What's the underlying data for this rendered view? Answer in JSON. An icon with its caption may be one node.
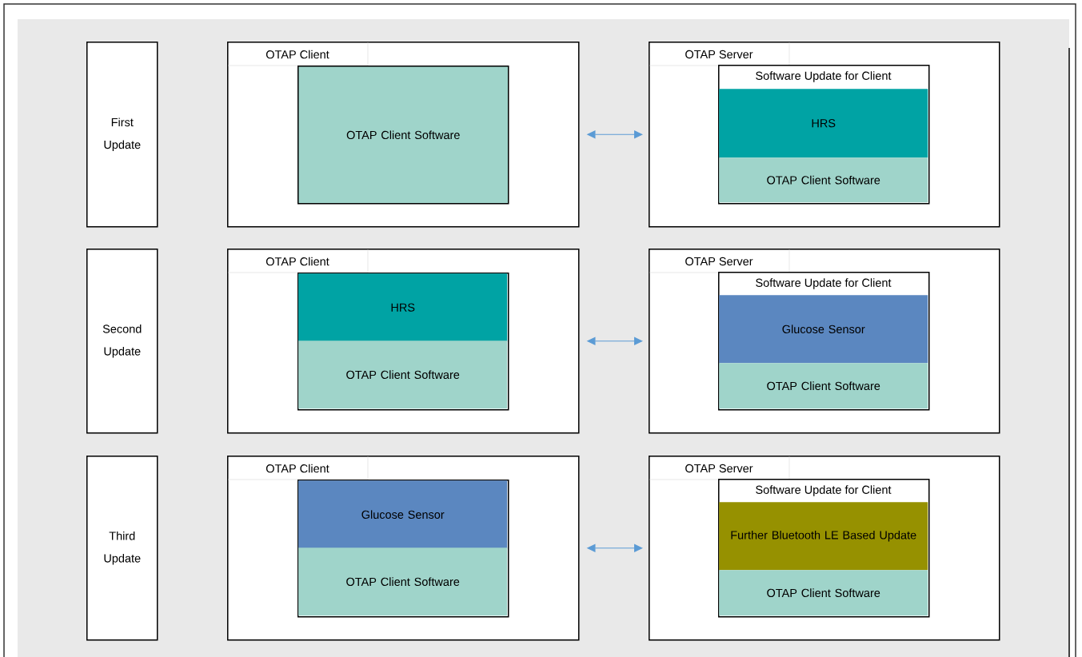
{
  "diagram": {
    "nodes": [
      {
        "text": [
          "First Update"
        ]
      },
      {
        "text": [
          "OTAP Client"
        ]
      },
      {
        "text": [
          "OTAP Client Software"
        ],
        "in": 1
      },
      {
        "text": [
          "OTAP Server"
        ]
      },
      {
        "text": [
          "Software Update for Client"
        ],
        "in": 3
      },
      {
        "text": [
          "HRS"
        ],
        "in": 4
      },
      {
        "text": [
          "OTAP Client Software"
        ],
        "in": 4
      },
      {
        "text": [
          "Second Update"
        ]
      },
      {
        "text": [
          "OTAP Client"
        ]
      },
      {
        "text": [],
        "shape": "box",
        "in": 8
      },
      {
        "text": [
          "HRS"
        ],
        "in": 9
      },
      {
        "text": [
          "OTAP Client Software"
        ],
        "in": 9
      },
      {
        "text": [
          "OTAP Server"
        ]
      },
      {
        "text": [
          "Software Update for Client"
        ],
        "in": 12
      },
      {
        "text": [
          "Glucose Sensor"
        ],
        "in": 13
      },
      {
        "text": [
          "OTAP Client Software"
        ],
        "in": 13
      },
      {
        "text": [
          "Third Update"
        ]
      },
      {
        "text": [
          "OTAP Client"
        ]
      },
      {
        "text": [],
        "shape": "box",
        "in": 17
      },
      {
        "text": [
          "Glucose Sensor"
        ],
        "in": 18
      },
      {
        "text": [
          "OTAP Client Software"
        ],
        "in": 18
      },
      {
        "text": [
          "OTAP Server"
        ]
      },
      {
        "text": [
          "Software Update for Client"
        ],
        "in": 21
      },
      {
        "text": [
          "Further Bluetooth LE Based Update"
        ],
        "in": 22
      },
      {
        "text": [
          "OTAP Client Software"
        ],
        "in": 22
      }
    ],
    "edges": [
      {
        "from": 1,
        "to": 3,
        "arrow": "both"
      },
      {
        "from": 8,
        "to": 12,
        "arrow": "both"
      },
      {
        "from": 17,
        "to": 21,
        "arrow": "both"
      }
    ]
  }
}
